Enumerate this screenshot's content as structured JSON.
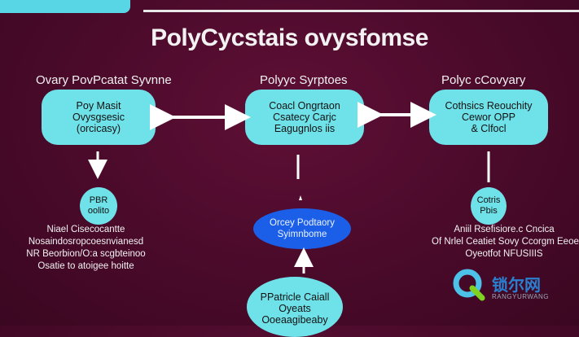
{
  "header": {
    "title": "PolyCycstais ovysfomse"
  },
  "columns": {
    "left": {
      "heading": "Ovary PovPcatat Syvnne",
      "box_lines": [
        "Poy Masit",
        "Ovysgsesic",
        "(orcicasy)"
      ],
      "pill_lines": [
        "PBR",
        "oolito"
      ],
      "notes": [
        "Niael Cisecocantte",
        "Nosaindosropcoesnvianesd",
        "NR Beorbion/O:a scgbteinoo",
        "Osatie to atoigee hoitte"
      ]
    },
    "center": {
      "heading": "Polyyc Syrptoes",
      "box_lines": [
        "Coacl Ongrtaon",
        "Csatecy Carjc",
        "Eagugnlos iis"
      ],
      "oval_lines": [
        "Orcey Podtaory",
        "Syimnbome"
      ],
      "bottom_lines": [
        "PPatricle Caiall",
        "Oyeats",
        "Ooeaagibeaby"
      ]
    },
    "right": {
      "heading": "Polyc cCovyary",
      "box_lines": [
        "Cothsics Reouchity",
        "Cewor OPP",
        "& Clfocl"
      ],
      "pill_lines": [
        "Cotris",
        "Pbis"
      ],
      "notes": [
        "Aniil Rsefisiore.c Cncica",
        "Of Nrlel Ceatiet Sovy Ccorgm Eeoey",
        "Oyeotfot NFUSIIIS"
      ]
    }
  },
  "watermark": {
    "text": "锁尔网",
    "subtext": "RANGYURWANG"
  },
  "colors": {
    "box": "#6fe1e8",
    "center_oval": "#1b5fe8",
    "background": "#4a0a2a"
  }
}
